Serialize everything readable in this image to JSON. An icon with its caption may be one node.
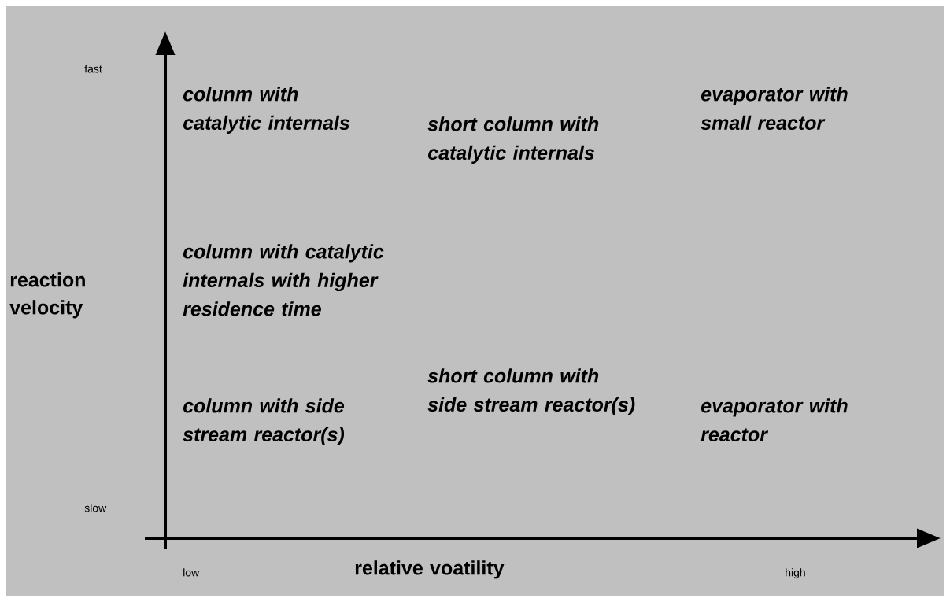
{
  "diagram": {
    "labels": [
      "fast",
      "colunm with catalytic internals",
      "evaporator with small reactor",
      "short column with catalytic internals",
      "reaction velocity",
      "column with catalytic internals with higher residence time",
      "short column with side stream reactor(s)",
      "column with side stream reactor(s)",
      "evaporator with reactor",
      "slow",
      "low",
      "relative voatility",
      "high"
    ]
  }
}
